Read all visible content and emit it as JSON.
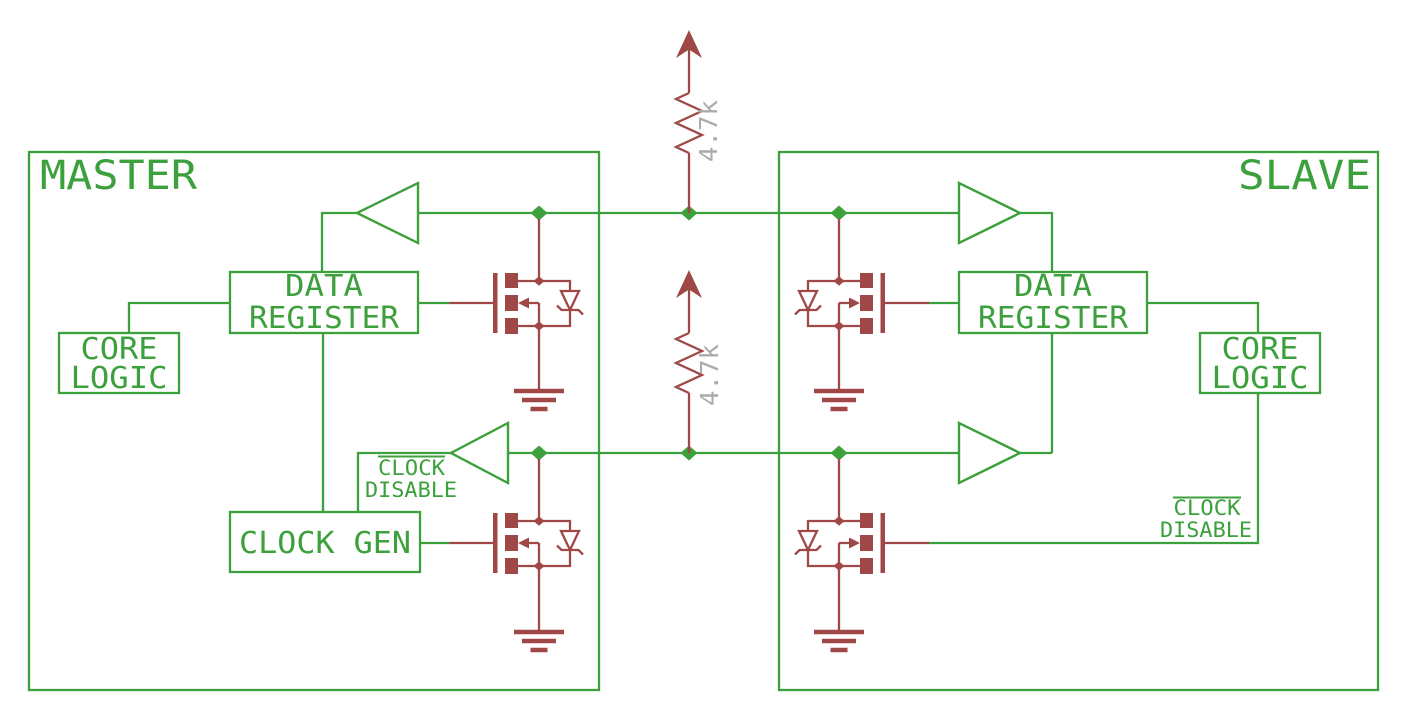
{
  "diagram": {
    "master": {
      "title": "MASTER",
      "data_register": [
        "DATA",
        "REGISTER"
      ],
      "core_logic": [
        "CORE",
        "LOGIC"
      ],
      "clock_gen": "CLOCK GEN",
      "clock_disable": [
        "CLOCK",
        "DISABLE"
      ]
    },
    "slave": {
      "title": "SLAVE",
      "data_register": [
        "DATA",
        "REGISTER"
      ],
      "core_logic": [
        "CORE",
        "LOGIC"
      ],
      "clock_disable": [
        "CLOCK",
        "DISABLE"
      ]
    },
    "pullups": {
      "sda_value": "4.7k",
      "scl_value": "4.7k"
    },
    "colors": {
      "wire": "#3CA03C",
      "component": "#A04848",
      "value_label": "#ABABAB",
      "background": "#FFFFFF"
    }
  }
}
